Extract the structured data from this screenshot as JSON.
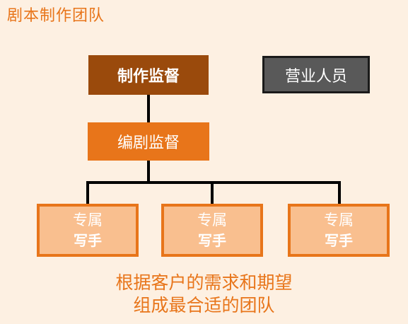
{
  "title": "剧本制作团队",
  "org": {
    "producer": "制作监督",
    "sales": "营业人员",
    "editor": "编剧监督",
    "writers": [
      {
        "line1": "专属",
        "line2": "写手"
      },
      {
        "line1": "专属",
        "line2": "写手"
      },
      {
        "line1": "专属",
        "line2": "写手"
      }
    ]
  },
  "caption": {
    "line1": "根据客户的需求和期望",
    "line2": "组成最合适的团队"
  },
  "colors": {
    "background": "#FDF0E2",
    "accent_orange": "#E8751A",
    "dark_orange": "#9A4A0C",
    "light_orange": "#F9BF8F",
    "gray": "#595959",
    "connector": "#000000"
  }
}
